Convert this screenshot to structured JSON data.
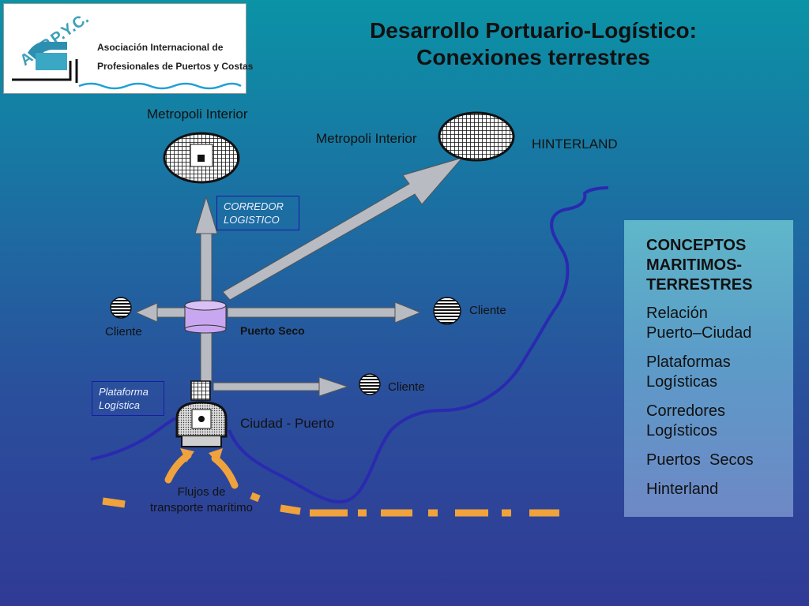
{
  "logo": {
    "acronym": "A.I.P.P.Y.C.",
    "line1": "Asociación Internacional de",
    "line2": "Profesionales de Puertos y Costas"
  },
  "title": {
    "line1": "Desarrollo Portuario-Logístico:",
    "line2": "Conexiones terrestres"
  },
  "diagram": {
    "metropoli_left": "Metropoli Interior",
    "metropoli_right": "Metropoli Interior",
    "hinterland": "HINTERLAND",
    "corredor_line1": "CORREDOR",
    "corredor_line2": "LOGISTICO",
    "cliente_left": "Cliente",
    "cliente_right": "Cliente",
    "cliente_lower": "Cliente",
    "puerto_seco": "Puerto Seco",
    "plataforma_line1": "Plataforma",
    "plataforma_line2": "Logística",
    "ciudad_puerto": "Ciudad - Puerto",
    "flujos_line1": "Flujos de",
    "flujos_line2": "transporte marítimo"
  },
  "concepts": {
    "heading_line1": "CONCEPTOS",
    "heading_line2": "MARITIMOS-",
    "heading_line3": "TERRESTRES",
    "items": [
      {
        "line1": "Relación",
        "line2": "Puerto–Ciudad"
      },
      {
        "line1": "Plataformas",
        "line2": "Logísticas"
      },
      {
        "line1": "Corredores",
        "line2": "Logísticos"
      },
      {
        "line1": "Puertos  Secos",
        "line2": ""
      },
      {
        "line1": "Hinterland",
        "line2": ""
      }
    ]
  },
  "colors": {
    "arrow_fill": "#b8bcc2",
    "sea_route": "#f0a23c",
    "coastline": "#2a2ab0",
    "dry_port": "#c9a7f0"
  }
}
